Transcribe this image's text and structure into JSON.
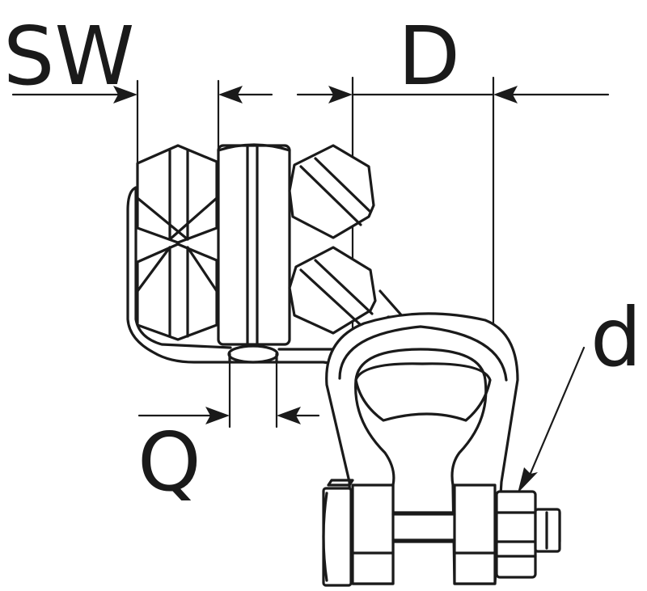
{
  "labels": {
    "sw": "SW",
    "d_outer": "D",
    "q": "Q",
    "d_small": "d"
  },
  "colors": {
    "ink": "#1a1a1a",
    "background": "#ffffff"
  }
}
